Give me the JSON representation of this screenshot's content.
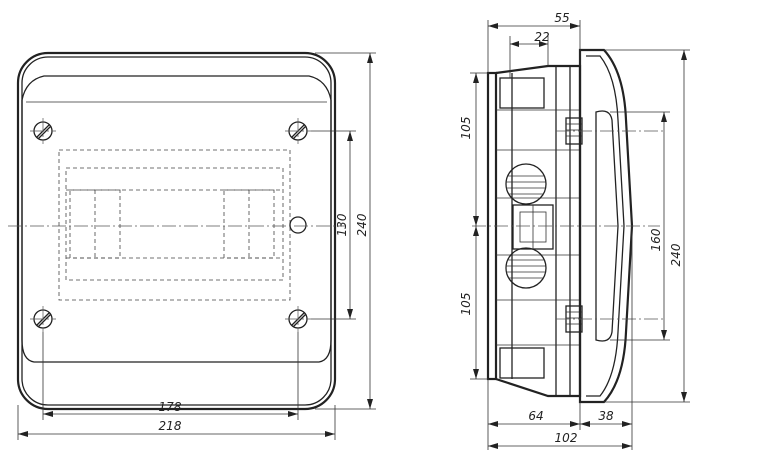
{
  "dimensions": {
    "front_inner_width": "178",
    "front_outer_width": "218",
    "front_inner_height": "130",
    "front_outer_height": "240",
    "side_top_overall": "55",
    "side_top_inner": "22",
    "side_upper_105": "105",
    "side_lower_105": "105",
    "side_cover_height": "160",
    "side_overall_height": "240",
    "side_body_depth": "64",
    "side_cover_depth": "38",
    "side_overall_depth": "102"
  },
  "colors": {
    "line": "#222222",
    "background": "#ffffff"
  },
  "views": [
    "front-view",
    "side-view"
  ]
}
